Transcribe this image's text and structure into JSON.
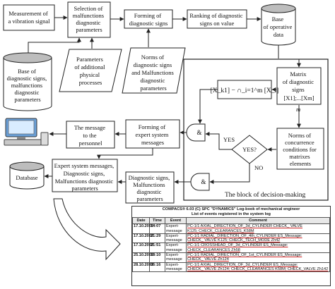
{
  "boxes": {
    "measurement": [
      "Measurement of",
      "a vibration signal"
    ],
    "selection": [
      "Selection of",
      "malfunctions",
      "diagnostic",
      "parameters"
    ],
    "forming_signs": [
      "Forming of",
      "diagnostic signs"
    ],
    "ranking": [
      "Ranking of diagnostic",
      "signs on value"
    ],
    "base_operative": [
      "Base",
      "of operative",
      "data"
    ],
    "base_diagnostic": [
      "Base of",
      "diagnostic signs,",
      "malfunctions",
      "diagnostic",
      "parameters"
    ],
    "parameters_additional": [
      "Parameters",
      "of additional",
      "physical",
      "processes"
    ],
    "norms_signs": [
      "Norms of",
      "diagnostic signs",
      "and Malfunctions",
      "diagnostic",
      "parameters"
    ],
    "matrix": [
      "Matrix",
      "of diagnostic",
      "signs",
      "[X1];...[Xm]"
    ],
    "m_label": "m",
    "formula": "[X_k1] − ∩_i=1^m [X_i]",
    "message_personnel": [
      "The message",
      "to the",
      "personnel"
    ],
    "forming_expert": [
      "Forming of",
      "expert system",
      "messages"
    ],
    "and_top": "&",
    "and_bottom": "&",
    "yes_decision": "YES?",
    "yes_label": "YES",
    "no_label": "NO",
    "norms_concurrence": [
      "Norms of",
      "concurrence",
      "conditions for",
      "matrixes",
      "elements"
    ],
    "expert_messages": [
      "Expert system messages,",
      "Diagnostic signs,",
      "Malfunctions diagnostic",
      "parameters"
    ],
    "database": "Database",
    "diag_signs_bottom": [
      "Diagnostic signs,",
      "Malfunctions",
      "diagnostic",
      "parameters"
    ],
    "block_label": "The block of decision-making"
  },
  "logbook": {
    "title1": "COMPACS® 6.03 (C) SPC \"DYNAMICS\" Log-book of mechanical engineer",
    "title2": "List of events registered in the system log",
    "headers": [
      "Date",
      "Time",
      "Event",
      "Comment"
    ],
    "rows": [
      {
        "date": "17.10.2002",
        "time": "14:07",
        "event": "Expert-message",
        "comment": [
          "PC-1/1 AXIAL_DIRECTION_OF_3d_CYLINDER CHECK_ VALVE",
          "K125; CHECK_CLEARANCES_K58M"
        ]
      },
      {
        "date": "17.10.2002",
        "time": "21:29",
        "event": "Expert-message",
        "comment": [
          "PC-1/1 RADIAL_DIRECTION_OF_4th_CYLINDER ES_Message:",
          "CHECK_ VALVE K125; CHECK_TECH_MODE Zh42"
        ]
      },
      {
        "date": "17.10.2002",
        "time": "21:51",
        "event": "Expert-message",
        "comment": [
          "PC-1/1 CROSSHEAD_OF_3d_CYLINDER ES_Message:",
          "CHECK_CLEARANCES Zh58"
        ]
      },
      {
        "date": "25.10.2002",
        "time": "18:10",
        "event": "Expert-message",
        "comment": [
          "PC-1/1 RADIAL_DIRECTION_OF_1st_CYLINDER ES_Message:",
          "CHECK_ VALVE Zh124"
        ]
      },
      {
        "date": "28.10.2002",
        "time": "06:16",
        "event": "Expert-message",
        "comment": [
          "PC-1/1 AXIAL_DIRECTION_OF_3d_CYLINDER ES_Message:",
          "CHECK_ VALVE Zh124; CHECK_CLEARANCES K58M; CHECK_VALVE Zh142"
        ]
      }
    ]
  }
}
